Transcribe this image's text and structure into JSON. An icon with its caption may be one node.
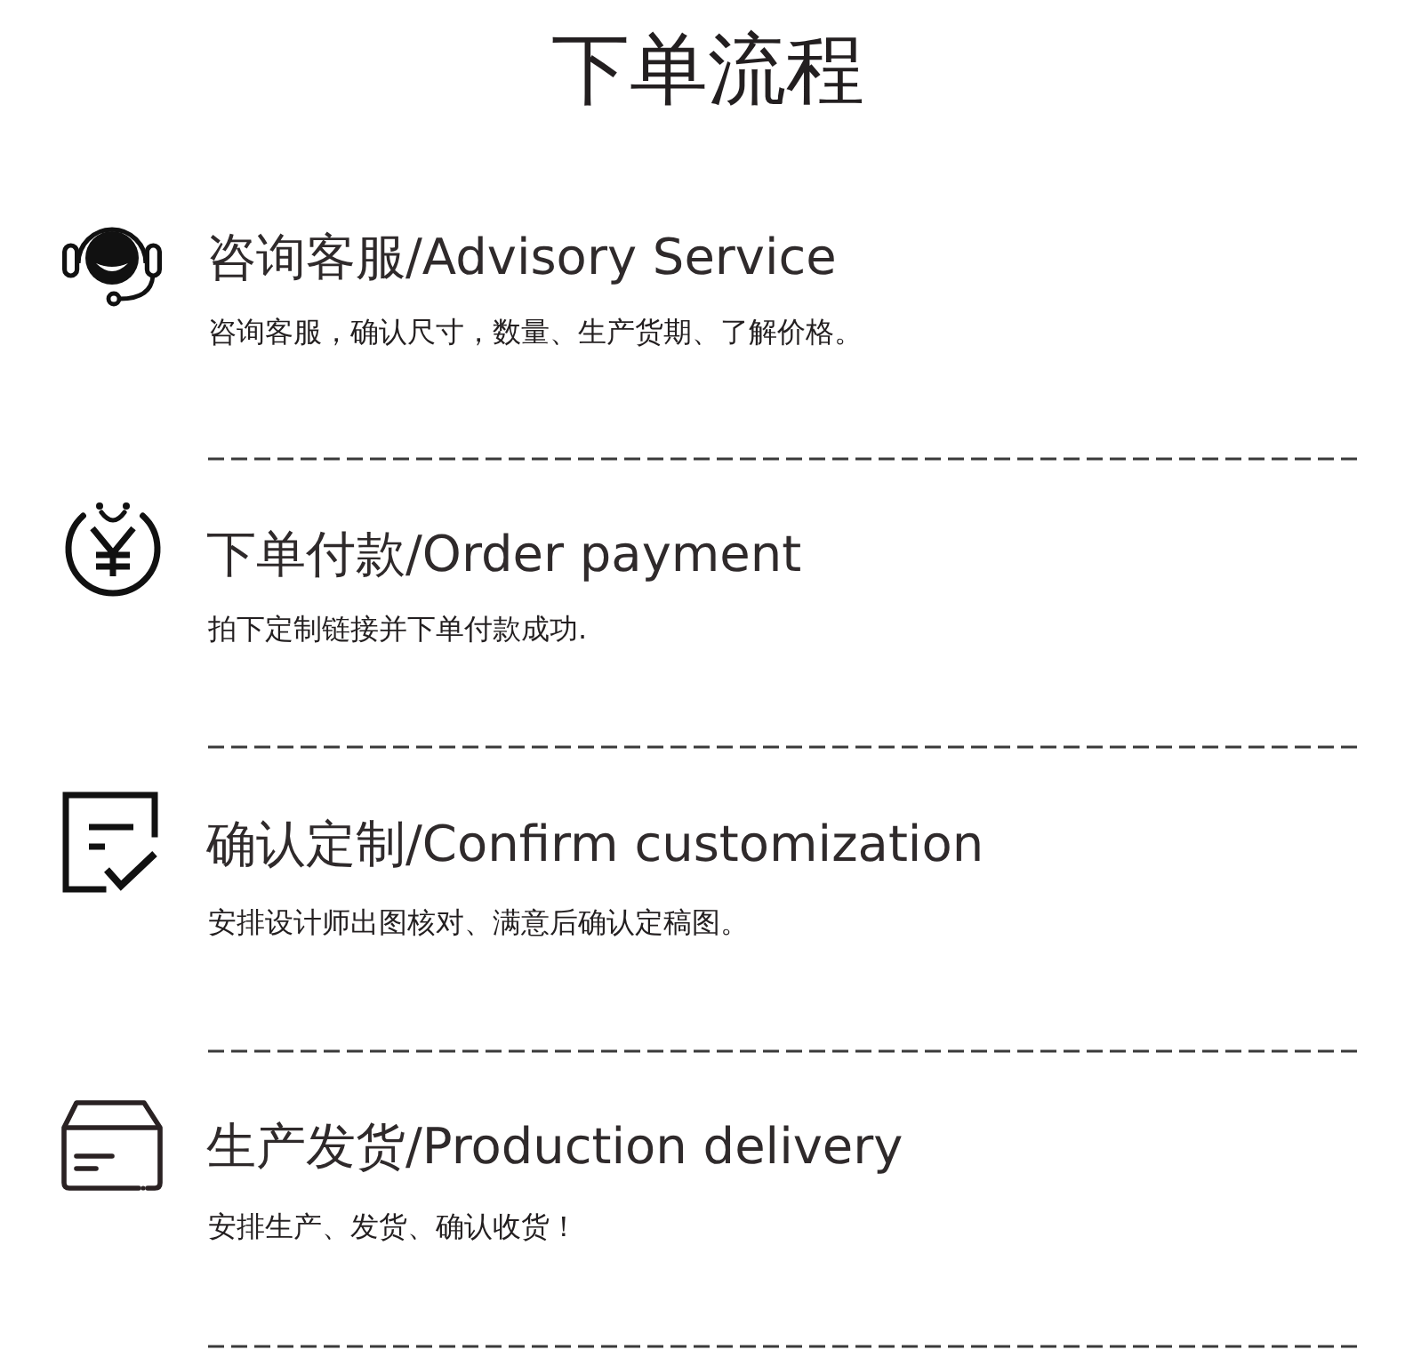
{
  "diagram": {
    "title": "下单流程",
    "labels": [
      "咨询客服/Advisory Service",
      "咨询客服，确认尺寸，数量、生产货期、了解价格。",
      "下单付款/Order payment",
      "拍下定制链接并下单付款成功.",
      "确认定制/Confirm customization",
      "安排设计师出图核对、满意后确认定稿图。",
      "生产发货/Production delivery",
      "安排生产、发货、确认收货！"
    ]
  }
}
